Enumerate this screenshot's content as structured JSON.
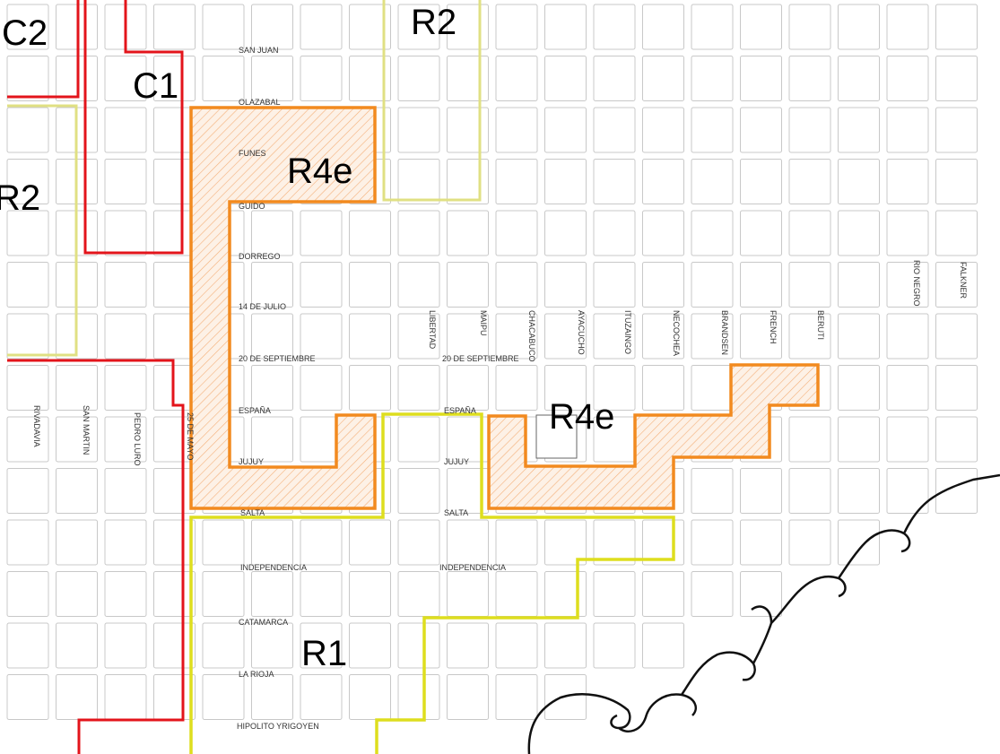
{
  "colors": {
    "background": "#ffffff",
    "block_outline": "#c8c8c8",
    "zone_C": "#e3141b",
    "zone_R2": "#dede7a",
    "zone_R1": "#dddd22",
    "zone_R4e": "#f28a1f",
    "zone_R4e_hatch": "#f6b27a",
    "coastline": "#111111"
  },
  "zones": {
    "c2": "C2",
    "c1": "C1",
    "r2_left": "R2",
    "r2_top": "R2",
    "r4e_west": "R4e",
    "r4e_east": "R4e",
    "r1": "R1"
  },
  "streets": {
    "san_juan": "SAN JUAN",
    "olazabal": "OLAZABAL",
    "funes": "FUNES",
    "guido": "GUIDO",
    "dorrego": "DORREGO",
    "catorce_julio": "14 DE JULIO",
    "veinte_sept_west": "20 DE SEPTIEMBRE",
    "veinte_sept_east": "20 DE SEPTIEMBRE",
    "espana_west": "ESPAÑA",
    "espana_east": "ESPAÑA",
    "jujuy_west": "JUJUY",
    "jujuy_east": "JUJUY",
    "salta_west": "SALTA",
    "salta_east": "SALTA",
    "independencia_west": "INDEPENDENCIA",
    "independencia_east": "INDEPENDENCIA",
    "catamarca": "CATAMARCA",
    "la_rioja": "LA RIOJA",
    "hipolito_yrigoyen": "HIPOLITO YRIGOYEN",
    "rivadavia": "RIVADAVIA",
    "san_martin": "SAN MARTIN",
    "pedro_luro": "PEDRO LURO",
    "veinticinco_mayo": "25 DE MAYO",
    "libertad": "LIBERTAD",
    "maipu": "MAIPU",
    "chacabuco": "CHACABUCO",
    "ayacucho": "AYACUCHO",
    "ituzaingo": "ITUZAINGO",
    "necochea": "NECOCHEA",
    "brandsen": "BRANDSEN",
    "french": "FRENCH",
    "beruti": "BERUTI",
    "rio_negro": "RIO NEGRO",
    "falkner": "FALKNER"
  }
}
